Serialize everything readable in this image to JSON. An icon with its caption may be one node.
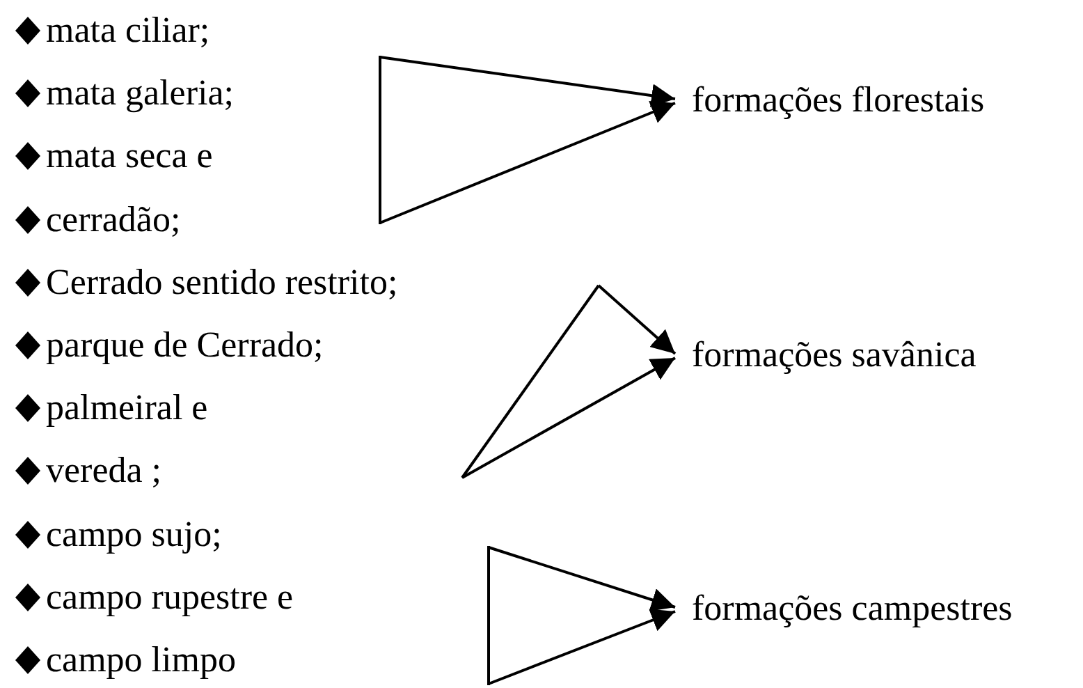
{
  "diagram": {
    "nodes": [
      {
        "text": [],
        "shape": "bar"
      },
      {
        "text": [
          "formações florestais"
        ]
      },
      {
        "text": [],
        "shape": "bar"
      },
      {
        "text": [
          "formações savânica"
        ]
      },
      {
        "text": [],
        "shape": "bar"
      },
      {
        "text": [
          "formações campestres"
        ]
      }
    ],
    "edges": [
      {
        "from": 0,
        "to": 1,
        "arrow": "to"
      },
      {
        "from": 0,
        "to": 1,
        "arrow": "to"
      },
      {
        "from": 2,
        "to": 3,
        "arrow": "to"
      },
      {
        "from": 2,
        "to": 3,
        "arrow": "to"
      },
      {
        "from": 4,
        "to": 5,
        "arrow": "to"
      },
      {
        "from": 4,
        "to": 5,
        "arrow": "to"
      }
    ],
    "labels": [
      "mata ciliar;",
      "mata galeria;",
      "mata seca e",
      "cerradão;",
      "Cerrado sentido restrito;",
      "parque de Cerrado;",
      "palmeiral e",
      "vereda ;",
      "campo sujo;",
      "campo rupestre e",
      "campo limpo"
    ]
  }
}
